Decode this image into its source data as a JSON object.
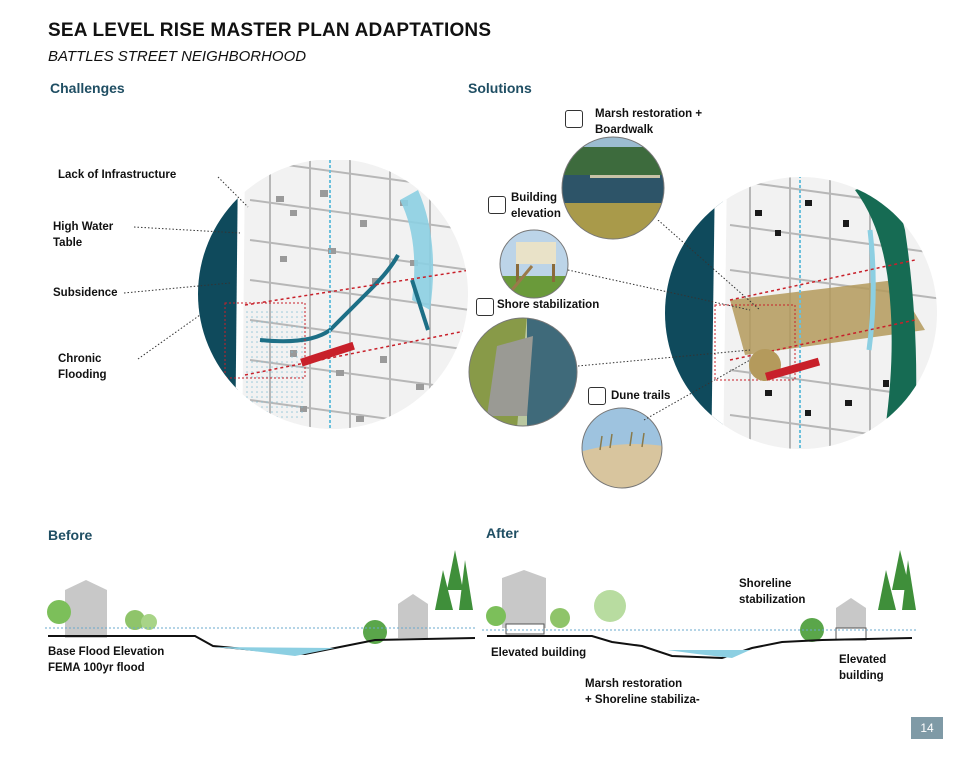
{
  "title": "SEA LEVEL RISE MASTER PLAN ADAPTATIONS",
  "subtitle": "BATTLES STREET NEIGHBORHOOD",
  "challenges": {
    "heading": "Challenges",
    "labels": [
      "Lack of Infrastructure",
      "High Water",
      "Table",
      "Subsidence",
      "Chronic",
      "Flooding"
    ]
  },
  "solutions": {
    "heading": "Solutions",
    "callouts": {
      "marsh": [
        "Marsh restoration +",
        "Boardwalk"
      ],
      "building": [
        "Building",
        "elevation"
      ],
      "shore": "Shore stabilization",
      "dune": "Dune trails"
    }
  },
  "before": {
    "heading": "Before",
    "labels": [
      "Base Flood Elevation",
      "FEMA 100yr flood"
    ]
  },
  "after": {
    "heading": "After",
    "labels": {
      "elevated_left": "Elevated building",
      "shoreline": [
        "Shoreline",
        "stabilization"
      ],
      "marsh": [
        "Marsh restoration",
        "+ Shoreline stabiliza-"
      ],
      "elevated_right": [
        "Elevated",
        "building"
      ]
    }
  },
  "page_number": "14",
  "colors": {
    "water_dark": "#0f4a5c",
    "heading_teal": "#1f4e63",
    "water_light": "#8ccfe2",
    "sand": "#b49a5c",
    "marsh_green": "#166b53",
    "flood_line": "#c8202a"
  }
}
